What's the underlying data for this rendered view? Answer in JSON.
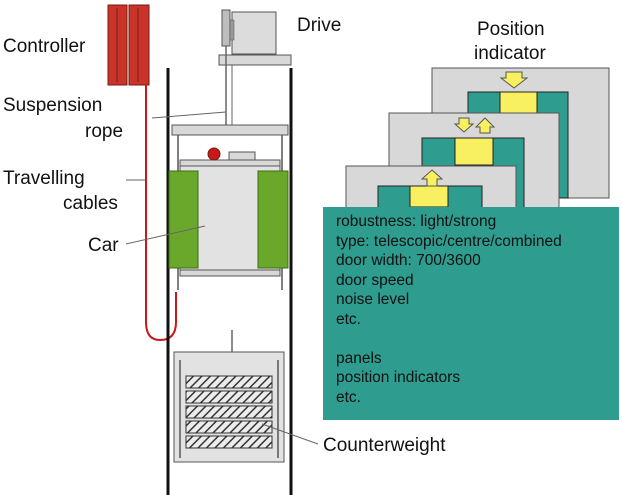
{
  "labels": {
    "controller": "Controller",
    "drive": "Drive",
    "suspension_rope_1": "Suspension",
    "suspension_rope_2": "rope",
    "travelling_cables_1": "Travelling",
    "travelling_cables_2": "cables",
    "car": "Car",
    "counterweight": "Counterweight",
    "position_indicator_1": "Position",
    "position_indicator_2": "indicator"
  },
  "specs": [
    "robustness: light/strong",
    "type: telescopic/centre/combined",
    "door width: 700/3600",
    "door speed",
    "noise level",
    "etc.",
    "",
    "panels",
    "position indicators",
    "etc."
  ],
  "colors": {
    "controller": "#c8342a",
    "car_doors": "#6aa82c",
    "panel_teal": "#2e9c8f",
    "indicator_yellow": "#f8f060",
    "gray_fill": "#d8d8d8",
    "cable_red": "#c81818"
  }
}
